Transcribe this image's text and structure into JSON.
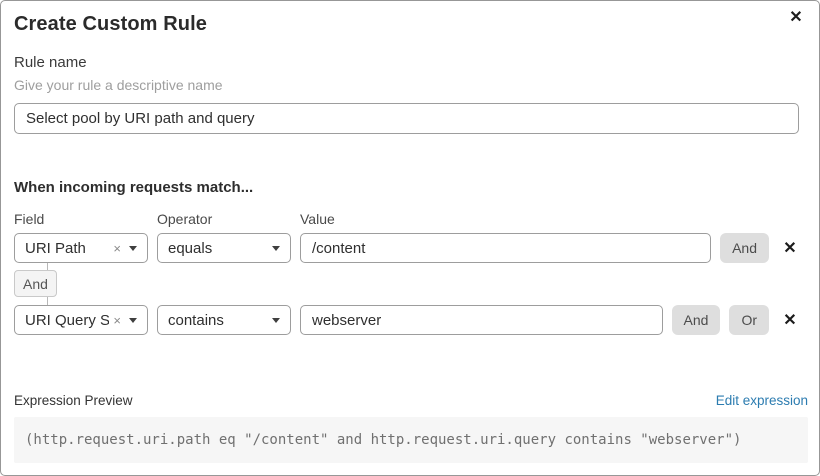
{
  "dialog": {
    "title": "Create Custom Rule"
  },
  "icons": {
    "close": "✕",
    "clear": "×",
    "delete": "✕"
  },
  "rule_name": {
    "label": "Rule name",
    "helper": "Give your rule a descriptive name",
    "value": "Select pool by URI path and query"
  },
  "matcher": {
    "heading": "When incoming requests match...",
    "columns": {
      "field": "Field",
      "operator": "Operator",
      "value": "Value"
    },
    "connector_label": "And",
    "rows": [
      {
        "field": "URI Path",
        "operator": "equals",
        "value": "/content",
        "buttons": [
          "And"
        ]
      },
      {
        "field": "URI Query St...",
        "operator": "contains",
        "value": "webserver",
        "buttons": [
          "And",
          "Or"
        ]
      }
    ]
  },
  "expression": {
    "label": "Expression Preview",
    "edit_link": "Edit expression",
    "link_color": "#2c7cb0",
    "preview": "(http.request.uri.path eq \"/content\" and http.request.uri.query contains \"webserver\")"
  }
}
